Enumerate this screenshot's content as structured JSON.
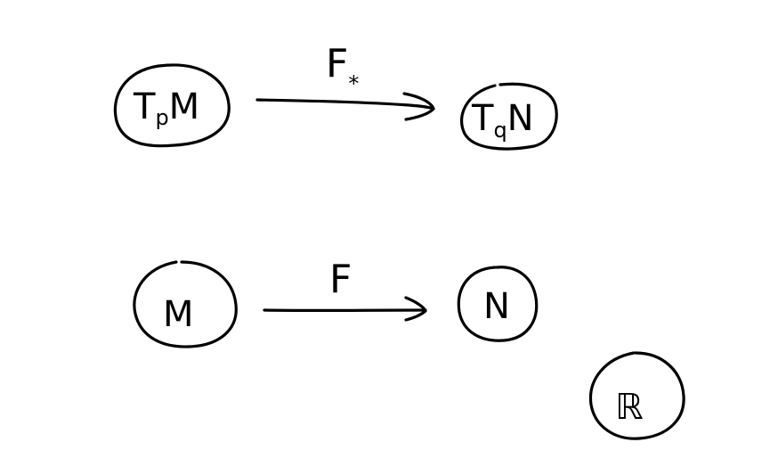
{
  "diagram": {
    "stroke_color": "#000000",
    "background_color": "#ffffff",
    "nodes": [
      {
        "id": "tpm",
        "label": "T",
        "sub": "p",
        "rest": "M"
      },
      {
        "id": "tqn",
        "label": "T",
        "sub": "q",
        "rest": "N"
      },
      {
        "id": "m",
        "label": "M"
      },
      {
        "id": "n",
        "label": "N"
      },
      {
        "id": "r",
        "label": "ℝ"
      }
    ],
    "edges": [
      {
        "id": "pushforward",
        "from": "tpm",
        "to": "tqn",
        "label": "F",
        "sub": "*"
      },
      {
        "id": "map",
        "from": "m",
        "to": "n",
        "label": "F"
      }
    ]
  }
}
